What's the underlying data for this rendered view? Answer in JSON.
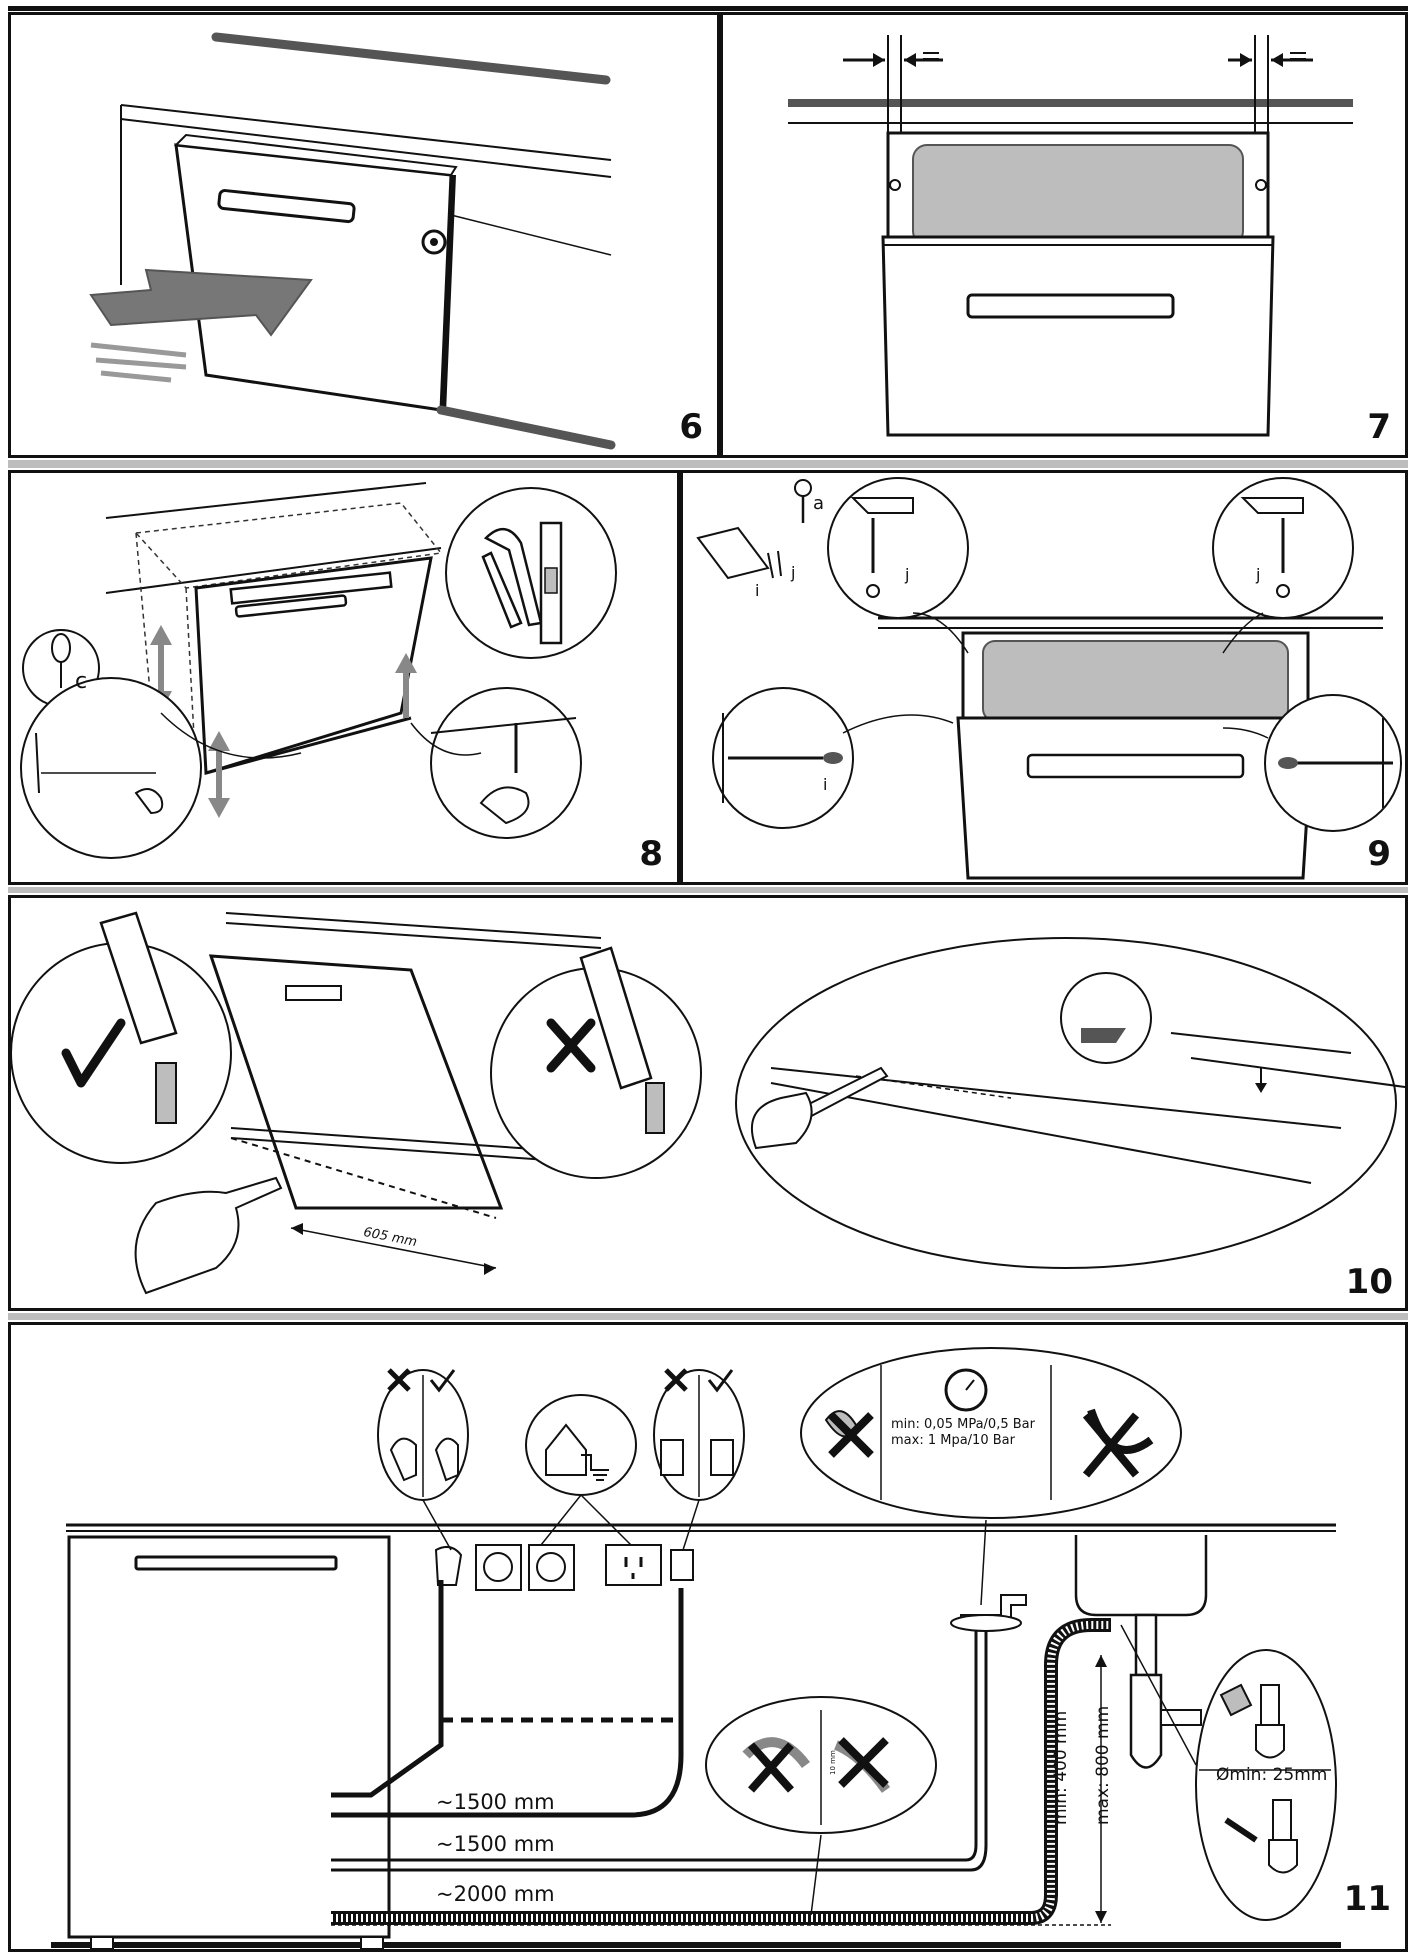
{
  "panels": {
    "p6": {
      "number": "6"
    },
    "p7": {
      "number": "7"
    },
    "p8": {
      "number": "8",
      "letter_c": "c"
    },
    "p9": {
      "number": "9",
      "letter_a": "a",
      "letter_i_left": "i",
      "letter_j_left": "j",
      "letter_j_right": "j",
      "letter_i_bag": "i",
      "letter_j_bag": "j"
    },
    "p10": {
      "number": "10",
      "measure": "605 mm"
    },
    "p11": {
      "number": "11",
      "pressure_min": "min: 0,05 MPa/0,5 Bar",
      "pressure_max": "max: 1 Mpa/10 Bar",
      "cable_length": "~1500 mm",
      "inlet_length": "~1500 mm",
      "drain_length": "~2000 mm",
      "height_min": "min: 400 mm",
      "height_max": "max: 800 mm",
      "siphon_diameter": "Ømin: 25mm",
      "bend_note": "10 mm"
    }
  },
  "colors": {
    "ink": "#111111",
    "grey_arrow": "#777777",
    "light_grey": "#bdbdbd",
    "panel_fill": "#d7d7d7"
  }
}
